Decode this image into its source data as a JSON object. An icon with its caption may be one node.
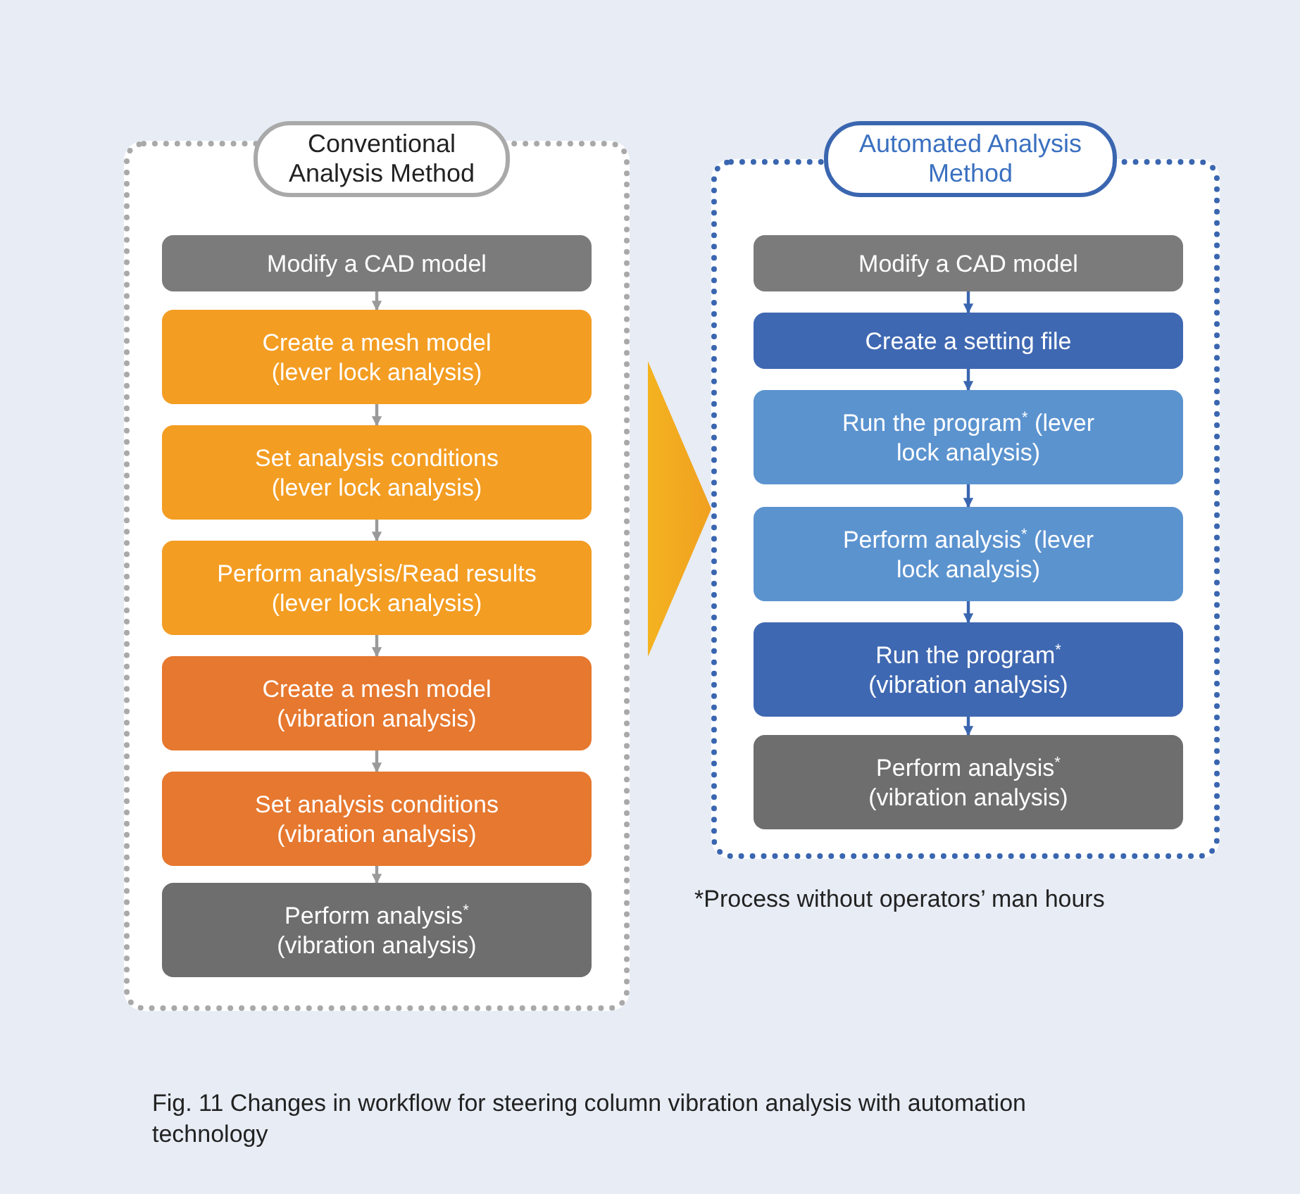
{
  "diagram": {
    "caption": "Fig. 11 Changes in workflow for steering column vibration analysis with automation technology",
    "nodes": [
      {
        "text": [
          "Conventional Analysis Method"
        ]
      },
      {
        "text": [
          "Modify a CAD model"
        ],
        "in": 0
      },
      {
        "text": [
          "Create a mesh model (lever lock analysis)"
        ],
        "in": 0
      },
      {
        "text": [
          "Set analysis conditions (lever lock analysis)"
        ],
        "in": 0
      },
      {
        "text": [
          "Perform analysis/Read results (lever lock analysis)"
        ],
        "in": 0
      },
      {
        "text": [
          "Create a mesh model (vibration analysis)"
        ],
        "in": 0
      },
      {
        "text": [
          "Set analysis conditions (vibration analysis)"
        ],
        "in": 0
      },
      {
        "text": [
          "Perform analysis$^{*}$ (vibration analysis)"
        ],
        "in": 0
      },
      {
        "text": [
          "Automated Analysis Method"
        ]
      },
      {
        "text": [
          "Modify a CAD model"
        ],
        "in": 8
      },
      {
        "text": [
          "Create a setting file"
        ],
        "in": 8
      },
      {
        "text": [
          "Run the program$^{*}$ (lever lock analysis)"
        ],
        "in": 8
      },
      {
        "text": [
          "Perform analysis$^{*}$ (lever lock analysis)"
        ],
        "in": 8
      },
      {
        "text": [
          "Run the program$^{*}$ (vibration analysis)"
        ],
        "in": 8
      },
      {
        "text": [
          "Perform analysis$^{*}$ (vibration analysis)"
        ],
        "in": 8
      }
    ],
    "edges": [
      {
        "from": 1,
        "to": 2,
        "arrow": "to",
        "color": "#9a9a9a"
      },
      {
        "from": 2,
        "to": 3,
        "arrow": "to",
        "color": "#9a9a9a"
      },
      {
        "from": 3,
        "to": 4,
        "arrow": "to",
        "color": "#9a9a9a"
      },
      {
        "from": 4,
        "to": 5,
        "arrow": "to",
        "color": "#9a9a9a"
      },
      {
        "from": 5,
        "to": 6,
        "arrow": "to",
        "color": "#9a9a9a"
      },
      {
        "from": 6,
        "to": 7,
        "arrow": "to",
        "color": "#9a9a9a"
      },
      {
        "from": 9,
        "to": 10,
        "arrow": "to",
        "color": "#3a66b0"
      },
      {
        "from": 10,
        "to": 11,
        "arrow": "to",
        "color": "#3a66b0"
      },
      {
        "from": 11,
        "to": 12,
        "arrow": "to",
        "color": "#3a66b0"
      },
      {
        "from": 12,
        "to": 13,
        "arrow": "to",
        "color": "#3a66b0"
      },
      {
        "from": 13,
        "to": 14,
        "arrow": "to",
        "color": "#3a66b0"
      },
      {
        "from": 0,
        "to": 8,
        "arrow": "to",
        "style": "thick",
        "color": "#f5b820"
      }
    ],
    "labels": [
      "*Process without operators’ man hours"
    ]
  }
}
